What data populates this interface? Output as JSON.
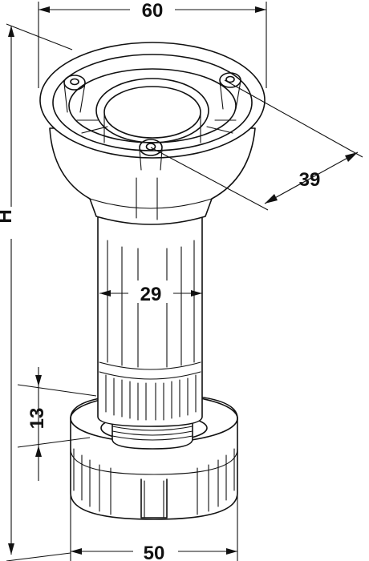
{
  "dimensions": {
    "top_width": "60",
    "height": "H",
    "inner_diameter": "39",
    "shaft_diameter": "29",
    "thread_height": "13",
    "base_width": "50"
  }
}
